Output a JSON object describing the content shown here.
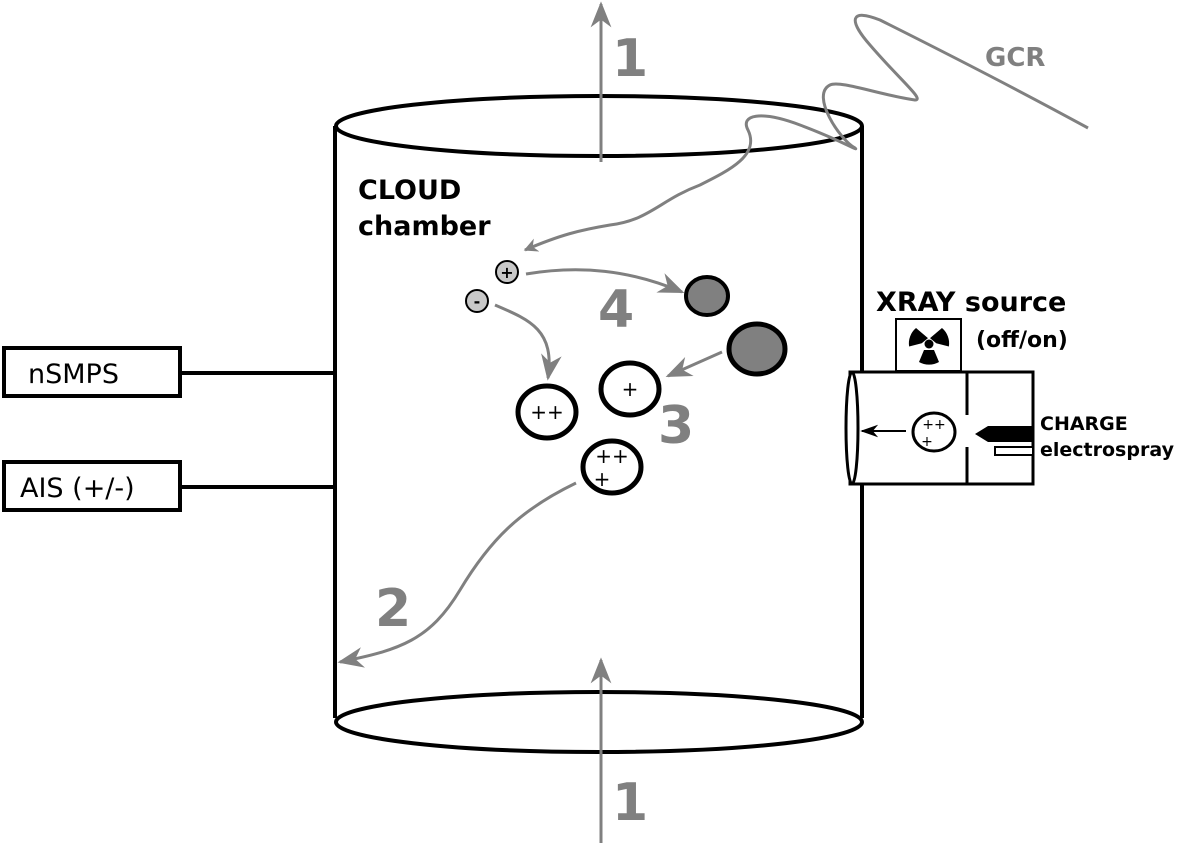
{
  "diagram": {
    "title_line1": "CLOUD",
    "title_line2": "chamber",
    "instruments": {
      "nsmps": "nSMPS",
      "ais": "AIS (+/-)"
    },
    "xray": {
      "label": "XRAY source",
      "state": "(off/on)"
    },
    "charge": {
      "line1": "CHARGE",
      "line2": "electrospray"
    },
    "gcr": "GCR",
    "steps": {
      "step1_top": "1",
      "step1_bottom": "1",
      "step2": "2",
      "step3": "3",
      "step4": "4"
    },
    "ions": {
      "positive": "+",
      "negative": "-"
    },
    "particles": {
      "double_charged": "++",
      "single_charged": "+",
      "triple_charged_top": "++",
      "triple_charged_bottom": "+",
      "spray_droplet_top": "++",
      "spray_droplet_bottom": "+"
    },
    "colors": {
      "line": "#000000",
      "arrow_gray": "#808080",
      "label_gray": "#808080",
      "neutral_particle": "#808080",
      "ion_fill": "#c8c8c8"
    }
  }
}
